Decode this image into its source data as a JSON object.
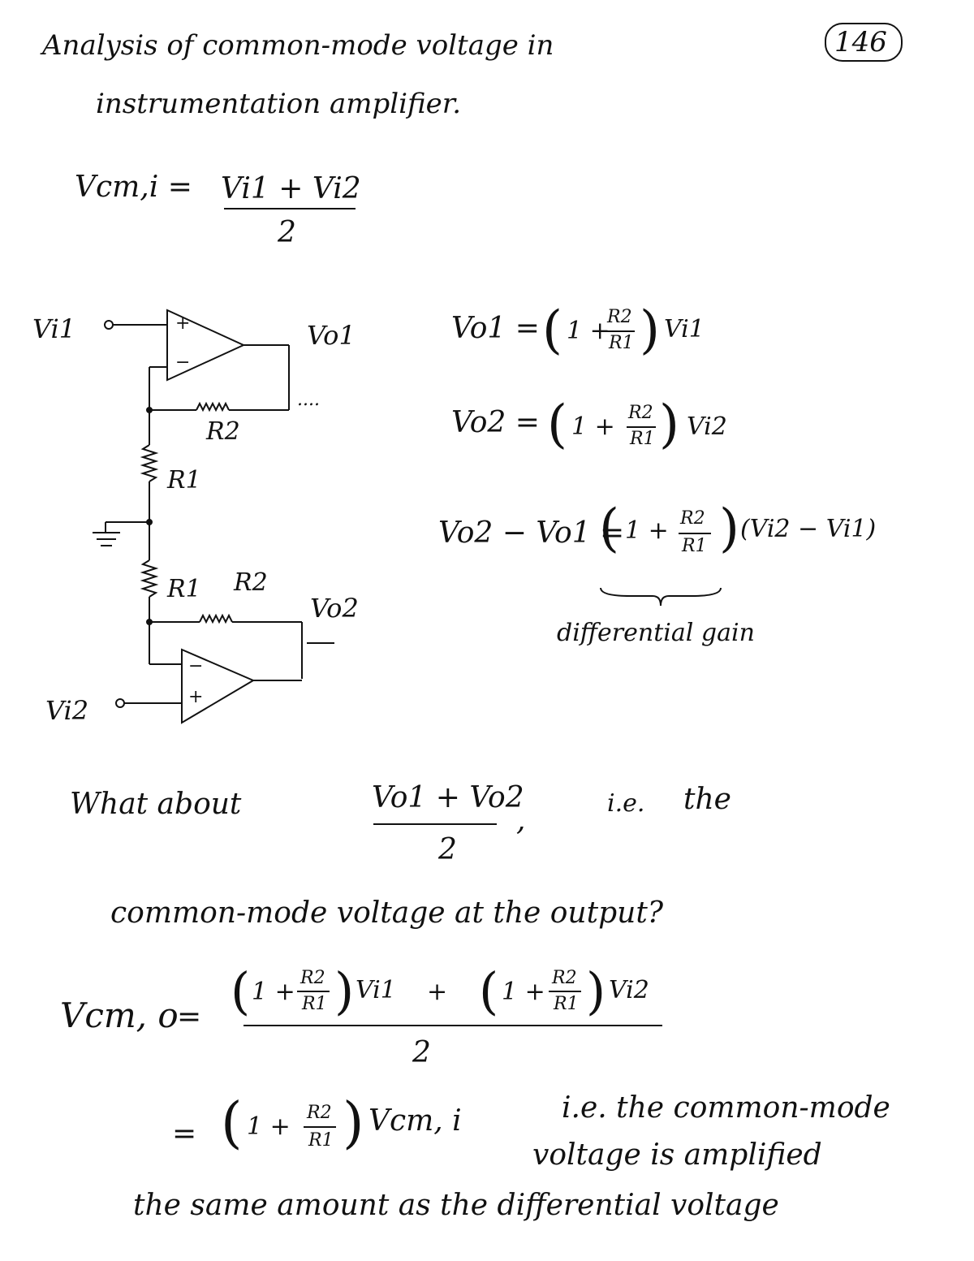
{
  "page_number": "146",
  "title_line1": "Analysis of common-mode voltage in",
  "title_line2": "instrumentation amplifier.",
  "vcm_input": {
    "lhs": "Vcm,i =",
    "num": "Vi1 + Vi2",
    "den": "2"
  },
  "circuit": {
    "in_top": "Vi1",
    "in_bottom": "Vi2",
    "out_top": "Vo1",
    "out_bottom": "Vo2",
    "r1_top": "R1",
    "r1_bottom": "R1",
    "r2_top": "R2",
    "r2_bottom": "R2",
    "plus": "+",
    "minus": "−",
    "dots": "...."
  },
  "eq_vo1": {
    "lhs": "Vo1 =",
    "one_plus": "1 +",
    "frac_num": "R2",
    "frac_den": "R1",
    "var": "Vi1"
  },
  "eq_vo2": {
    "lhs": "Vo2 =",
    "one_plus": "1 +",
    "frac_num": "R2",
    "frac_den": "R1",
    "var": "Vi2"
  },
  "eq_diff": {
    "lhs": "Vo2 − Vo1 =",
    "one_plus": "1 +",
    "frac_num": "R2",
    "frac_den": "R1",
    "var": "(Vi2 − Vi1)",
    "brace_label": "differential gain"
  },
  "question": {
    "lead": "What about",
    "num": "Vo1 + Vo2",
    "den": "2",
    "comma": ",",
    "ie": "i.e.",
    "the": "the",
    "line2": "common-mode voltage at the output?"
  },
  "vcm_output": {
    "lhs": "Vcm, o",
    "equals": "=",
    "one_plus_1": "1 +",
    "frac_num_1": "R2",
    "frac_den_1": "R1",
    "var_1": "Vi1",
    "plus": "+",
    "one_plus_2": "1 +",
    "frac_num_2": "R2",
    "frac_den_2": "R1",
    "var_2": "Vi2",
    "den": "2"
  },
  "vcm_result": {
    "equals": "=",
    "one_plus": "1 +",
    "frac_num": "R2",
    "frac_den": "R1",
    "var": "Vcm, i",
    "note_line1": "i.e. the common-mode",
    "note_line2": "voltage is amplified",
    "note_line3": "the same amount as the differential voltage"
  }
}
